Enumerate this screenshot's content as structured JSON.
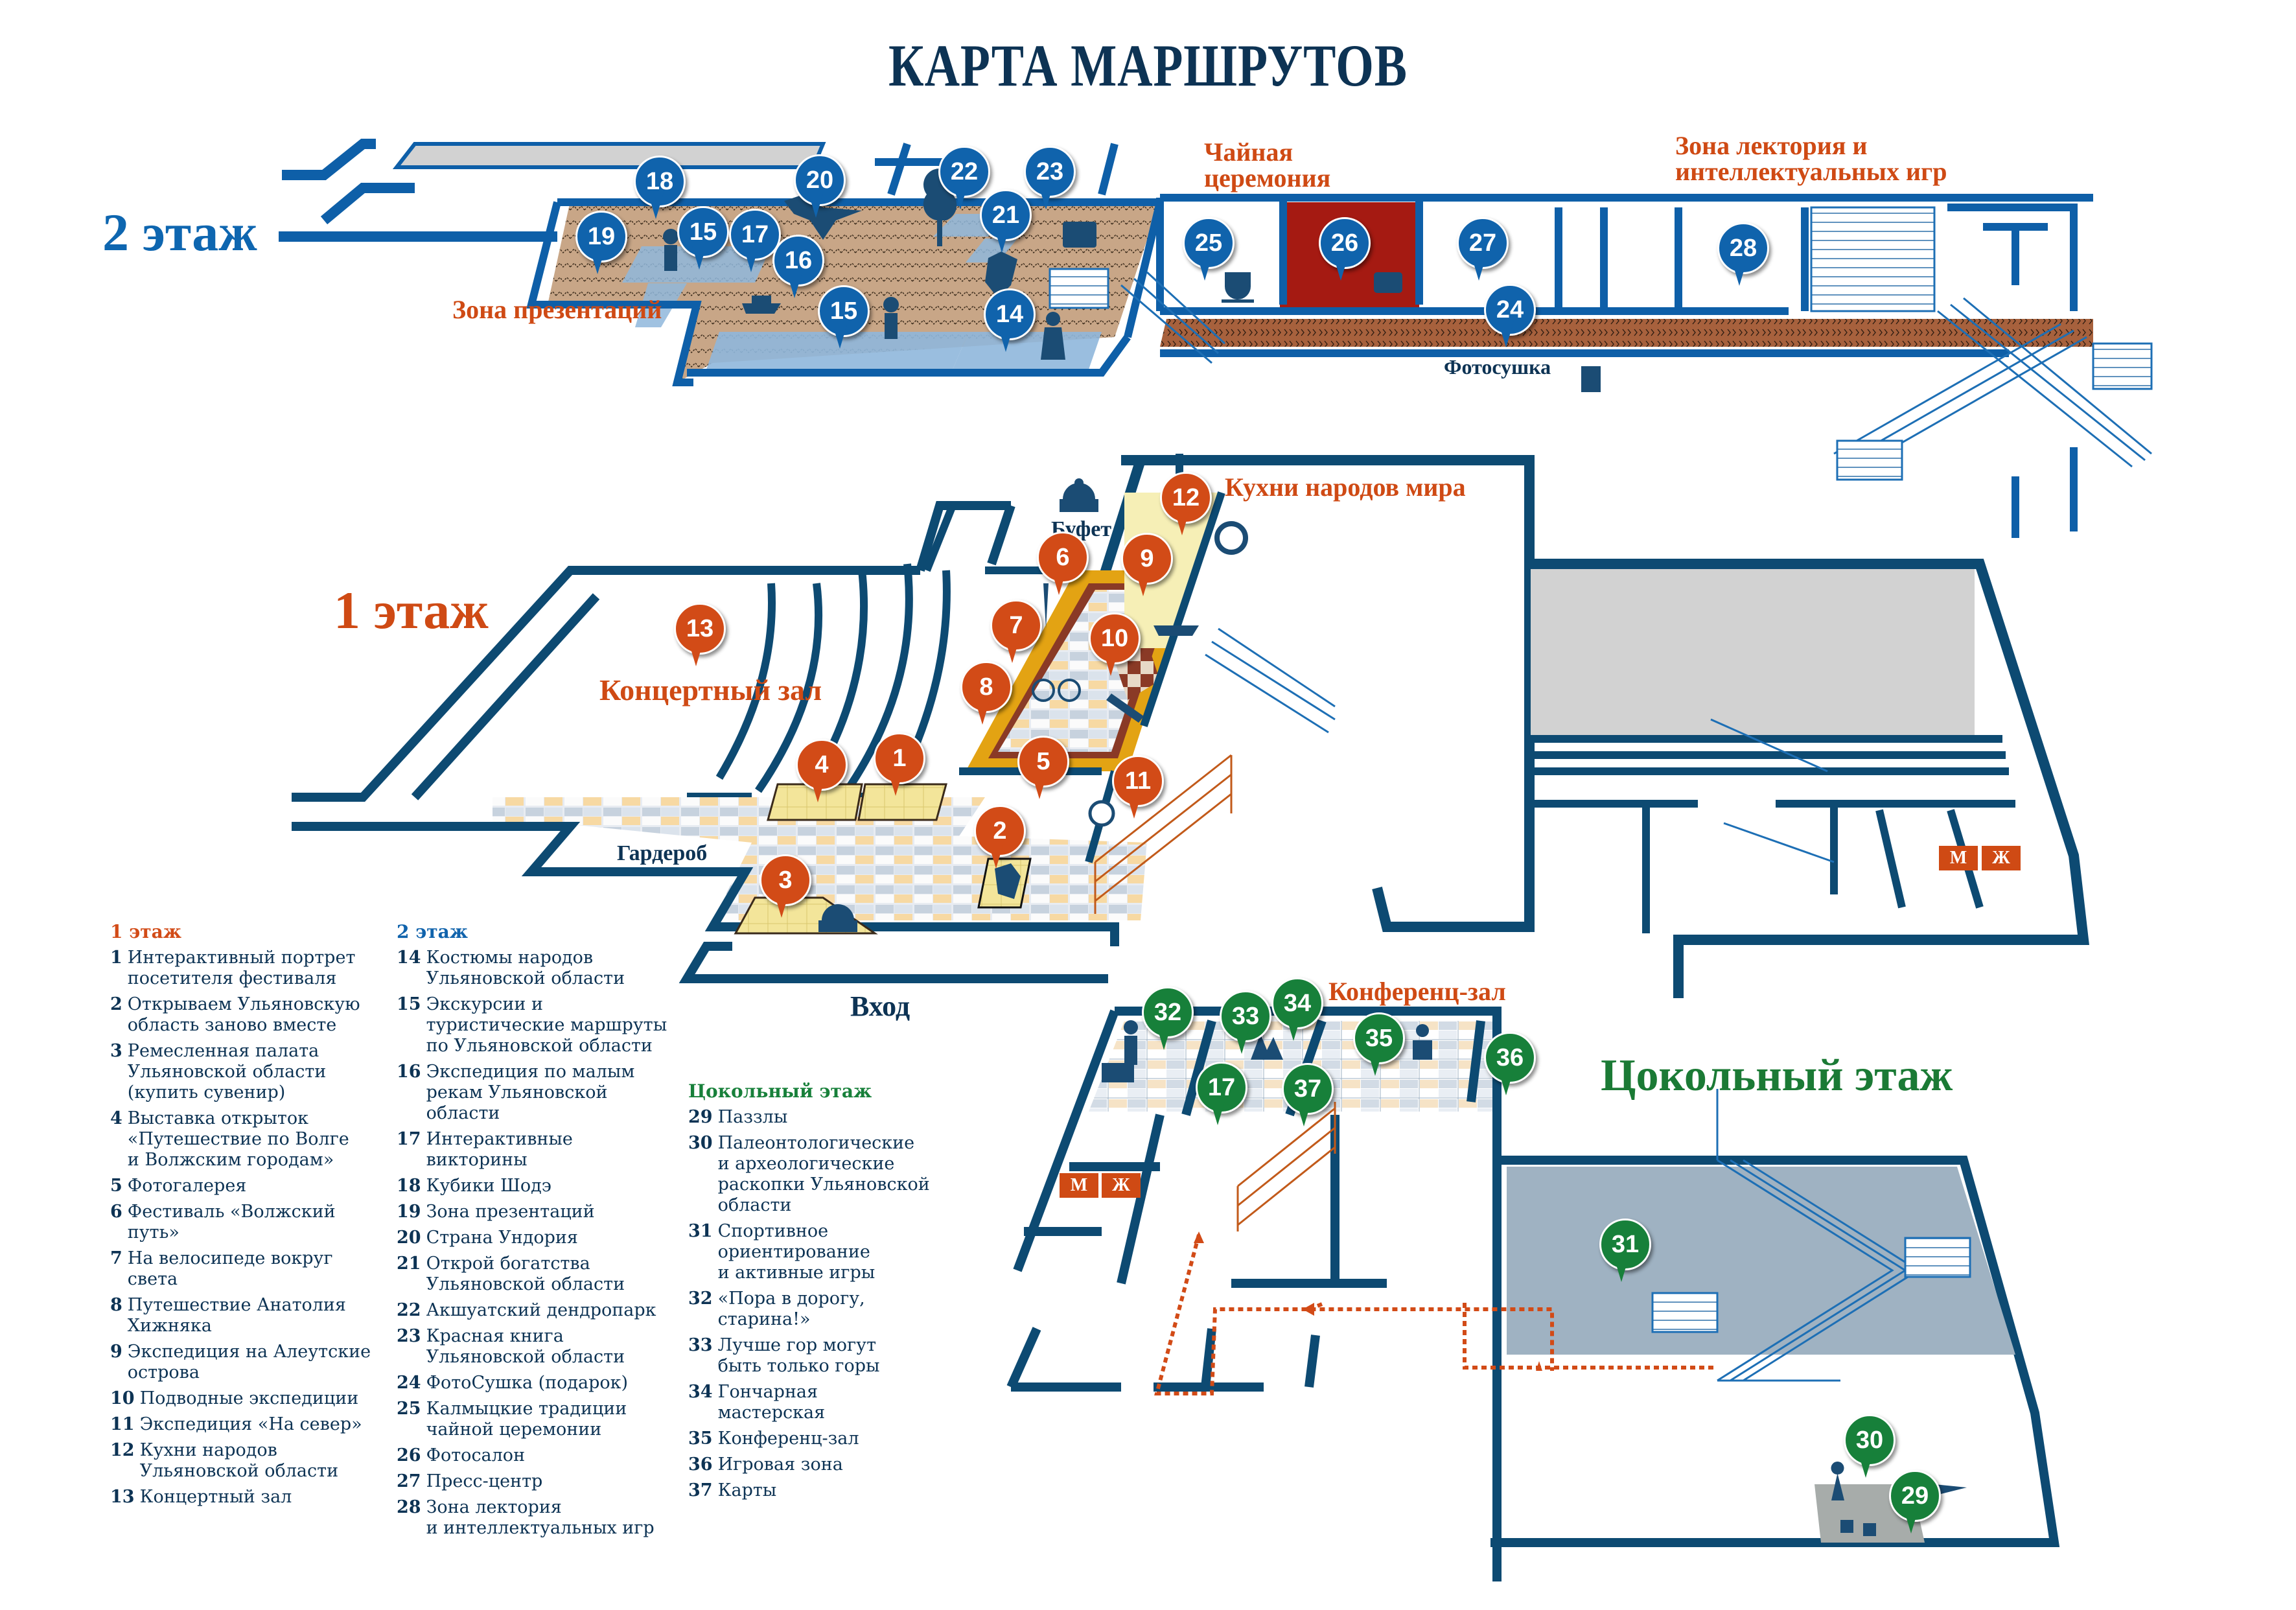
{
  "title": "КАРТА МАРШРУТОВ",
  "colors": {
    "wall_dark": "#0d4a72",
    "wall_blue": "#0e5fa8",
    "floor1_accent": "#d24b17",
    "floor2_accent": "#1063ac",
    "basement_accent": "#17803a",
    "parquet": "#c8a687",
    "corridor_brick": "#a7613d",
    "photo_salon": "#a51a12",
    "gray_area": "#d2d2d2",
    "sports_hall": "#9fb2c2"
  },
  "floors": {
    "floor2": {
      "label": "2 этаж",
      "zones": {
        "presentations": "Зона презентаций",
        "tea": "Чайная церемония",
        "lecture": "Зона лектория и интеллектуальных игр",
        "photodry": "Фотосушка"
      },
      "pins": [
        "14",
        "15",
        "15",
        "16",
        "17",
        "18",
        "19",
        "20",
        "21",
        "22",
        "23",
        "24",
        "25",
        "26",
        "27",
        "28"
      ]
    },
    "floor1": {
      "label": "1 этаж",
      "zones": {
        "concert": "Концертный зал",
        "kitchens": "Кухни народов мира",
        "buffet": "Буфет",
        "wardrobe": "Гардероб",
        "entrance": "Вход"
      },
      "restroom_m": "М",
      "restroom_w": "Ж",
      "pins": [
        "1",
        "2",
        "3",
        "4",
        "5",
        "6",
        "7",
        "8",
        "9",
        "10",
        "11",
        "12",
        "13"
      ]
    },
    "basement": {
      "label": "Цокольный этаж",
      "zones": {
        "conference": "Конференц-зал"
      },
      "restroom_m": "М",
      "restroom_w": "Ж",
      "pins": [
        "17",
        "29",
        "30",
        "31",
        "32",
        "33",
        "34",
        "35",
        "36",
        "37"
      ]
    }
  },
  "legend": {
    "floor1": {
      "heading": "1 этаж",
      "items": [
        {
          "num": "1",
          "text": "Интерактивный портрет\nпосетителя фестиваля"
        },
        {
          "num": "2",
          "text": "Открываем Ульяновскую\nобласть заново вместе"
        },
        {
          "num": "3",
          "text": "Ремесленная палата\nУльяновской области\n(купить сувенир)"
        },
        {
          "num": "4",
          "text": "Выставка открыток\n«Путешествие по Волге\nи Волжским городам»"
        },
        {
          "num": "5",
          "text": "Фотогалерея"
        },
        {
          "num": "6",
          "text": "Фестиваль «Волжский\nпуть»"
        },
        {
          "num": "7",
          "text": "На велосипеде вокруг\nсвета"
        },
        {
          "num": "8",
          "text": "Путешествие Анатолия\nХижняка"
        },
        {
          "num": "9",
          "text": "Экспедиция на Алеутские\nострова"
        },
        {
          "num": "10",
          "text": "Подводные экспедиции"
        },
        {
          "num": "11",
          "text": "Экспедиция «На север»"
        },
        {
          "num": "12",
          "text": "Кухни народов\nУльяновской области"
        },
        {
          "num": "13",
          "text": "Концертный зал"
        }
      ]
    },
    "floor2": {
      "heading": "2 этаж",
      "items": [
        {
          "num": "14",
          "text": "Костюмы народов\nУльяновской области"
        },
        {
          "num": "15",
          "text": "Экскурсии и\nтуристические маршруты\nпо Ульяновской области"
        },
        {
          "num": "16",
          "text": "Экспедиция по малым\nрекам Ульяновской\nобласти"
        },
        {
          "num": "17",
          "text": "Интерактивные\nвикторины"
        },
        {
          "num": "18",
          "text": "Кубики Шодэ"
        },
        {
          "num": "19",
          "text": "Зона презентаций"
        },
        {
          "num": "20",
          "text": "Страна Ундория"
        },
        {
          "num": "21",
          "text": "Открой богатства\nУльяновской области"
        },
        {
          "num": "22",
          "text": "Акшуатский дендропарк"
        },
        {
          "num": "23",
          "text": "Красная книга\nУльяновской области"
        },
        {
          "num": "24",
          "text": "ФотоСушка (подарок)"
        },
        {
          "num": "25",
          "text": "Калмыцкие традиции\nчайной церемонии"
        },
        {
          "num": "26",
          "text": "Фотосалон"
        },
        {
          "num": "27",
          "text": "Пресс-центр"
        },
        {
          "num": "28",
          "text": "Зона лектория\nи интеллектуальных игр"
        }
      ]
    },
    "basement": {
      "heading": "Цокольный этаж",
      "items": [
        {
          "num": "29",
          "text": "Паззлы"
        },
        {
          "num": "30",
          "text": "Палеонтологические\nи археологические\nраскопки Ульяновской\nобласти"
        },
        {
          "num": "31",
          "text": "Спортивное\nориентирование\nи активные игры"
        },
        {
          "num": "32",
          "text": "«Пора в дорогу,\nстарина!»"
        },
        {
          "num": "33",
          "text": "Лучше гор могут\nбыть только горы"
        },
        {
          "num": "34",
          "text": "Гончарная\nмастерская"
        },
        {
          "num": "35",
          "text": "Конференц-зал"
        },
        {
          "num": "36",
          "text": "Игровая зона"
        },
        {
          "num": "37",
          "text": "Карты"
        }
      ]
    }
  }
}
